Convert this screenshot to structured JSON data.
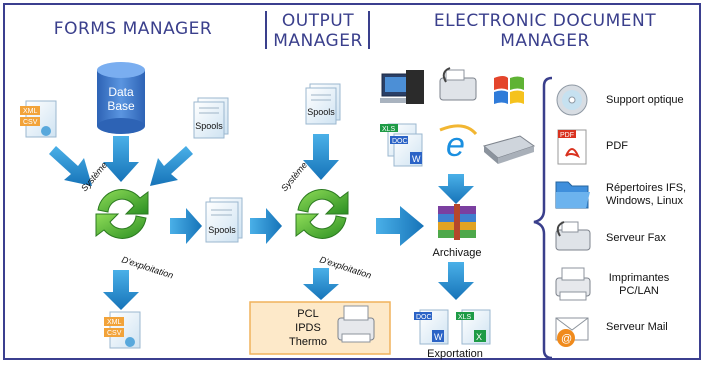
{
  "headers": {
    "forms_manager": "FORMS MANAGER",
    "output_manager_line1": "OUTPUT",
    "output_manager_line2": "MANAGER",
    "edm_line1": "ELECTRONIC DOCUMENT",
    "edm_line2": "MANAGER"
  },
  "forms": {
    "database_line1": "Data",
    "database_line2": "Base",
    "spools_label": "Spools",
    "xml_tag": "XML",
    "csv_tag": "CSV"
  },
  "os_cycle": {
    "top_label": "Système",
    "bottom_label": "D'exploitation"
  },
  "middle": {
    "spools_label": "Spools"
  },
  "output": {
    "spools_label": "Spools",
    "print_formats": [
      "PCL",
      "IPDS",
      "Thermo"
    ]
  },
  "edm": {
    "archive_label": "Archivage",
    "export_label": "Exportation",
    "tags": {
      "xls": "XLS",
      "doc": "DOC",
      "w": "W",
      "x": "X",
      "e": "e"
    }
  },
  "destinations": [
    {
      "label": "Support optique",
      "icon": "optical-disc-icon"
    },
    {
      "label": "PDF",
      "icon": "pdf-document-icon"
    },
    {
      "label": "Répertoires IFS,\nWindows, Linux",
      "icon": "folder-icon"
    },
    {
      "label": "Serveur Fax",
      "icon": "fax-machine-icon"
    },
    {
      "label": "Imprimantes\nPC/LAN",
      "icon": "printer-icon"
    },
    {
      "label": "Serveur Mail",
      "icon": "mail-icon"
    }
  ],
  "pdf_tag": "PDF",
  "colors": {
    "header_text": "#3a3f8c",
    "arrow_blue": "#1e86c8",
    "cycle_green": "#3aa52c",
    "print_box_fill": "#fde9c9",
    "print_box_border": "#f0b25c",
    "frame_border": "#3b3f8f"
  }
}
